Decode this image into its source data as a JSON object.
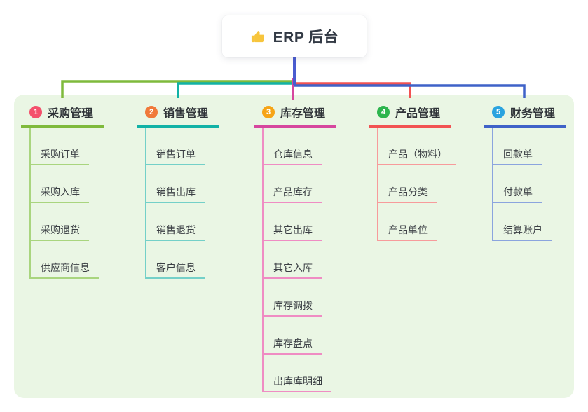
{
  "root": {
    "title": "ERP 后台",
    "icon": "thumbs-up-icon",
    "icon_color": "#f7c53d"
  },
  "colors": {
    "panel_bg": "#eaf6e4",
    "root_line": "#4a5cd0",
    "title_text": "#333a45",
    "branch_label_text": "#2f3338",
    "child_label_text": "#3b3f44"
  },
  "branches": [
    {
      "number": "1",
      "label": "采购管理",
      "badge_color": "#f4516c",
      "line_color": "#7fba3c",
      "child_line_color": "#a9d57e",
      "children": [
        "采购订单",
        "采购入库",
        "采购退货",
        "供应商信息"
      ]
    },
    {
      "number": "2",
      "label": "销售管理",
      "badge_color": "#f0793a",
      "line_color": "#12b2a6",
      "child_line_color": "#74d0c8",
      "children": [
        "销售订单",
        "销售出库",
        "销售退货",
        "客户信息"
      ]
    },
    {
      "number": "3",
      "label": "库存管理",
      "badge_color": "#f6a416",
      "line_color": "#d6479e",
      "child_line_color": "#ef8cc3",
      "children": [
        "仓库信息",
        "产品库存",
        "其它出库",
        "其它入库",
        "库存调拨",
        "库存盘点",
        "出库库明细"
      ]
    },
    {
      "number": "4",
      "label": "产品管理",
      "badge_color": "#2db54e",
      "line_color": "#f25353",
      "child_line_color": "#f79b9b",
      "children": [
        "产品（物料）",
        "产品分类",
        "产品单位"
      ]
    },
    {
      "number": "5",
      "label": "财务管理",
      "badge_color": "#2aa3df",
      "line_color": "#3f62c8",
      "child_line_color": "#8ba4de",
      "children": [
        "回款单",
        "付款单",
        "结算账户"
      ]
    }
  ]
}
